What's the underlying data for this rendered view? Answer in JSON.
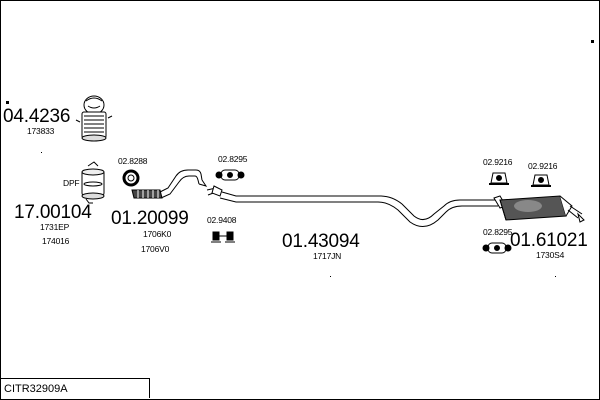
{
  "diagram": {
    "parts": {
      "dpf_main": {
        "number": "04.4236",
        "ref": "173833"
      },
      "dpf_label": "DPF",
      "cat": {
        "number": "17.00104",
        "refs": [
          "1731EP",
          "174016"
        ]
      },
      "front_pipe": {
        "number": "01.20099",
        "refs": [
          "1706K0",
          "1706V0"
        ]
      },
      "middle_pipe": {
        "number": "01.43094",
        "ref": "1717JN"
      },
      "rear_silencer": {
        "number": "01.61021",
        "ref": "1730S4"
      },
      "fitting_a": "02.8288",
      "fitting_b": "02.8295",
      "fitting_c": "02.9408",
      "fitting_d": "02.9216",
      "fitting_e": "02.9216",
      "fitting_f": "02.8295"
    },
    "code": "CITR32909A",
    "icons": [
      "dpf-canister-icon",
      "catalyst-icon",
      "gasket-ring-icon",
      "flexible-pipe-icon",
      "clamp-icon",
      "rubber-mount-icon",
      "silencer-icon"
    ]
  }
}
